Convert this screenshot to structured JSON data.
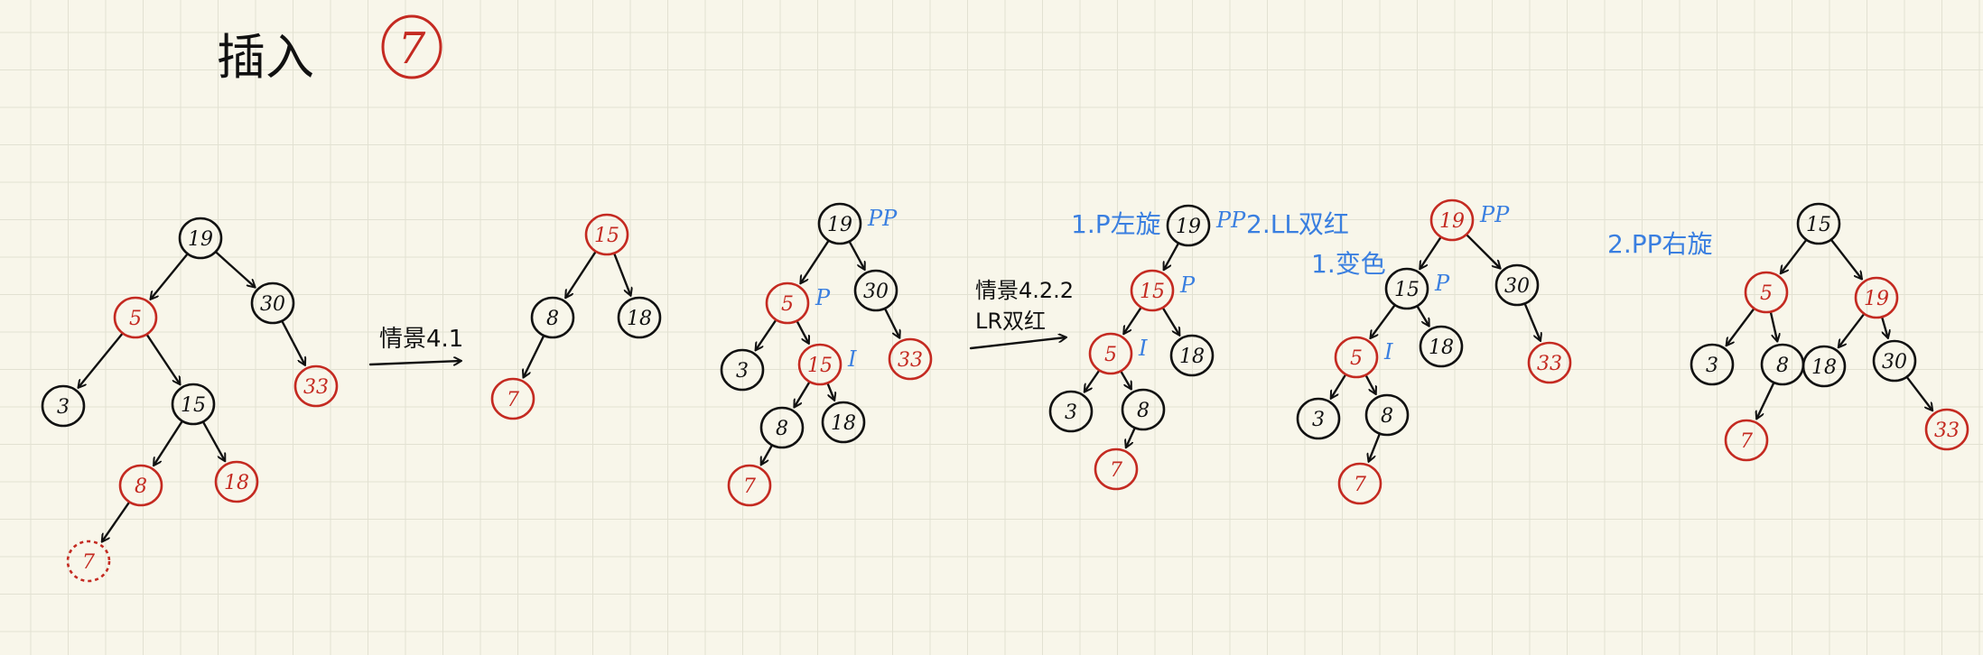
{
  "colors": {
    "black": "#111111",
    "red": "#c42a21",
    "blue": "#3a7fe0"
  },
  "title": {
    "label": "插入",
    "value": "7"
  },
  "transition_labels": [
    "情景4.1",
    "情景4.2.2",
    "LR双红"
  ],
  "step_labels": [
    "1.P左旋",
    "2.LL双红",
    "1.变色",
    "2.PP右旋"
  ],
  "trees": [
    {
      "name": "tree-initial",
      "nodes": [
        {
          "id": "a19",
          "label": "19",
          "color": "black"
        },
        {
          "id": "a5",
          "label": "5",
          "color": "red"
        },
        {
          "id": "a30",
          "label": "30",
          "color": "black"
        },
        {
          "id": "a3",
          "label": "3",
          "color": "black"
        },
        {
          "id": "a15",
          "label": "15",
          "color": "black"
        },
        {
          "id": "a33",
          "label": "33",
          "color": "red"
        },
        {
          "id": "a8",
          "label": "8",
          "color": "red"
        },
        {
          "id": "a18",
          "label": "18",
          "color": "red"
        },
        {
          "id": "a7",
          "label": "7",
          "color": "red",
          "dashed": true
        }
      ],
      "edges": [
        [
          "a19",
          "a5"
        ],
        [
          "a19",
          "a30"
        ],
        [
          "a5",
          "a3"
        ],
        [
          "a5",
          "a15"
        ],
        [
          "a30",
          "a33"
        ],
        [
          "a15",
          "a8"
        ],
        [
          "a15",
          "a18"
        ],
        [
          "a8",
          "a7"
        ]
      ]
    },
    {
      "name": "tree-case41",
      "nodes": [
        {
          "id": "b15",
          "label": "15",
          "color": "red"
        },
        {
          "id": "b8",
          "label": "8",
          "color": "black"
        },
        {
          "id": "b18",
          "label": "18",
          "color": "black"
        },
        {
          "id": "b7",
          "label": "7",
          "color": "red"
        }
      ],
      "edges": [
        [
          "b15",
          "b8"
        ],
        [
          "b15",
          "b18"
        ],
        [
          "b8",
          "b7"
        ]
      ]
    },
    {
      "name": "tree-after-41",
      "nodes": [
        {
          "id": "c19",
          "label": "19",
          "color": "black",
          "tag": "PP"
        },
        {
          "id": "c5",
          "label": "5",
          "color": "red",
          "tag": "P"
        },
        {
          "id": "c30",
          "label": "30",
          "color": "black"
        },
        {
          "id": "c3",
          "label": "3",
          "color": "black"
        },
        {
          "id": "c15",
          "label": "15",
          "color": "red",
          "tag": "I"
        },
        {
          "id": "c33",
          "label": "33",
          "color": "red"
        },
        {
          "id": "c8",
          "label": "8",
          "color": "black"
        },
        {
          "id": "c18",
          "label": "18",
          "color": "black"
        },
        {
          "id": "c7",
          "label": "7",
          "color": "red"
        }
      ],
      "edges": [
        [
          "c19",
          "c5"
        ],
        [
          "c19",
          "c30"
        ],
        [
          "c5",
          "c3"
        ],
        [
          "c5",
          "c15"
        ],
        [
          "c30",
          "c33"
        ],
        [
          "c15",
          "c8"
        ],
        [
          "c15",
          "c18"
        ],
        [
          "c8",
          "c7"
        ]
      ]
    },
    {
      "name": "tree-left-rotate",
      "nodes": [
        {
          "id": "d19",
          "label": "19",
          "color": "black",
          "tag": "PP"
        },
        {
          "id": "d15",
          "label": "15",
          "color": "red",
          "tag": "P"
        },
        {
          "id": "d5",
          "label": "5",
          "color": "red",
          "tag": "I"
        },
        {
          "id": "d18",
          "label": "18",
          "color": "black"
        },
        {
          "id": "d3",
          "label": "3",
          "color": "black"
        },
        {
          "id": "d8",
          "label": "8",
          "color": "black"
        },
        {
          "id": "d7",
          "label": "7",
          "color": "red"
        }
      ],
      "edges": [
        [
          "d19",
          "d15"
        ],
        [
          "d15",
          "d5"
        ],
        [
          "d15",
          "d18"
        ],
        [
          "d5",
          "d3"
        ],
        [
          "d5",
          "d8"
        ],
        [
          "d8",
          "d7"
        ]
      ]
    },
    {
      "name": "tree-recolor",
      "nodes": [
        {
          "id": "e19",
          "label": "19",
          "color": "red",
          "tag": "PP"
        },
        {
          "id": "e15",
          "label": "15",
          "color": "black",
          "tag": "P"
        },
        {
          "id": "e30",
          "label": "30",
          "color": "black"
        },
        {
          "id": "e5",
          "label": "5",
          "color": "red",
          "tag": "I"
        },
        {
          "id": "e18",
          "label": "18",
          "color": "black"
        },
        {
          "id": "e33",
          "label": "33",
          "color": "red"
        },
        {
          "id": "e3",
          "label": "3",
          "color": "black"
        },
        {
          "id": "e8",
          "label": "8",
          "color": "black"
        },
        {
          "id": "e7",
          "label": "7",
          "color": "red"
        }
      ],
      "edges": [
        [
          "e19",
          "e15"
        ],
        [
          "e19",
          "e30"
        ],
        [
          "e15",
          "e5"
        ],
        [
          "e15",
          "e18"
        ],
        [
          "e30",
          "e33"
        ],
        [
          "e5",
          "e3"
        ],
        [
          "e5",
          "e8"
        ],
        [
          "e8",
          "e7"
        ]
      ]
    },
    {
      "name": "tree-final",
      "nodes": [
        {
          "id": "f15",
          "label": "15",
          "color": "black"
        },
        {
          "id": "f5",
          "label": "5",
          "color": "red"
        },
        {
          "id": "f19",
          "label": "19",
          "color": "red"
        },
        {
          "id": "f3",
          "label": "3",
          "color": "black"
        },
        {
          "id": "f8",
          "label": "8",
          "color": "black"
        },
        {
          "id": "f18",
          "label": "18",
          "color": "black"
        },
        {
          "id": "f30",
          "label": "30",
          "color": "black"
        },
        {
          "id": "f7",
          "label": "7",
          "color": "red"
        },
        {
          "id": "f33",
          "label": "33",
          "color": "red"
        }
      ],
      "edges": [
        [
          "f15",
          "f5"
        ],
        [
          "f15",
          "f19"
        ],
        [
          "f5",
          "f3"
        ],
        [
          "f5",
          "f8"
        ],
        [
          "f19",
          "f18"
        ],
        [
          "f19",
          "f30"
        ],
        [
          "f8",
          "f7"
        ],
        [
          "f30",
          "f33"
        ]
      ]
    }
  ]
}
